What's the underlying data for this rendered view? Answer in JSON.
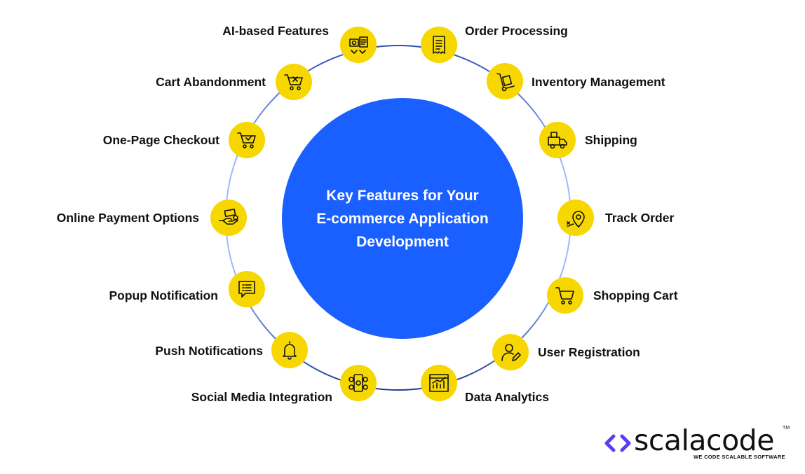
{
  "center": {
    "title": "Key Features for Your\nE-commerce Application\nDevelopment"
  },
  "features": [
    {
      "id": "ai",
      "label": "AI-based Features",
      "icon": "ai-features-icon"
    },
    {
      "id": "order",
      "label": "Order Processing",
      "icon": "order-list-icon"
    },
    {
      "id": "inventory",
      "label": "Inventory Management",
      "icon": "hand-truck-icon"
    },
    {
      "id": "shipping",
      "label": "Shipping",
      "icon": "delivery-truck-icon"
    },
    {
      "id": "track",
      "label": "Track Order",
      "icon": "location-pin-icon"
    },
    {
      "id": "cart",
      "label": "Shopping Cart",
      "icon": "shopping-cart-icon"
    },
    {
      "id": "register",
      "label": "User Registration",
      "icon": "user-edit-icon"
    },
    {
      "id": "analytics",
      "label": "Data Analytics",
      "icon": "analytics-chart-icon"
    },
    {
      "id": "social",
      "label": "Social Media Integration",
      "icon": "social-media-icon"
    },
    {
      "id": "push",
      "label": "Push Notifications",
      "icon": "bell-icon"
    },
    {
      "id": "popup",
      "label": "Popup Notification",
      "icon": "chat-list-icon"
    },
    {
      "id": "payment",
      "label": "Online Payment Options",
      "icon": "hand-money-icon"
    },
    {
      "id": "checkout",
      "label": "One-Page Checkout",
      "icon": "cart-check-icon"
    },
    {
      "id": "abandon",
      "label": "Cart Abandonment",
      "icon": "cart-cancel-icon"
    }
  ],
  "brand": {
    "name": "scalacode",
    "trademark": "TM",
    "tagline": "WE CODE SCALABLE SOFTWARE"
  },
  "colors": {
    "center": "#1a5fff",
    "icon_bg": "#f7d700",
    "ring_dark": "#1f3a93",
    "ring_light": "#9fb8ff",
    "logo_accent": "#5b3df5"
  }
}
